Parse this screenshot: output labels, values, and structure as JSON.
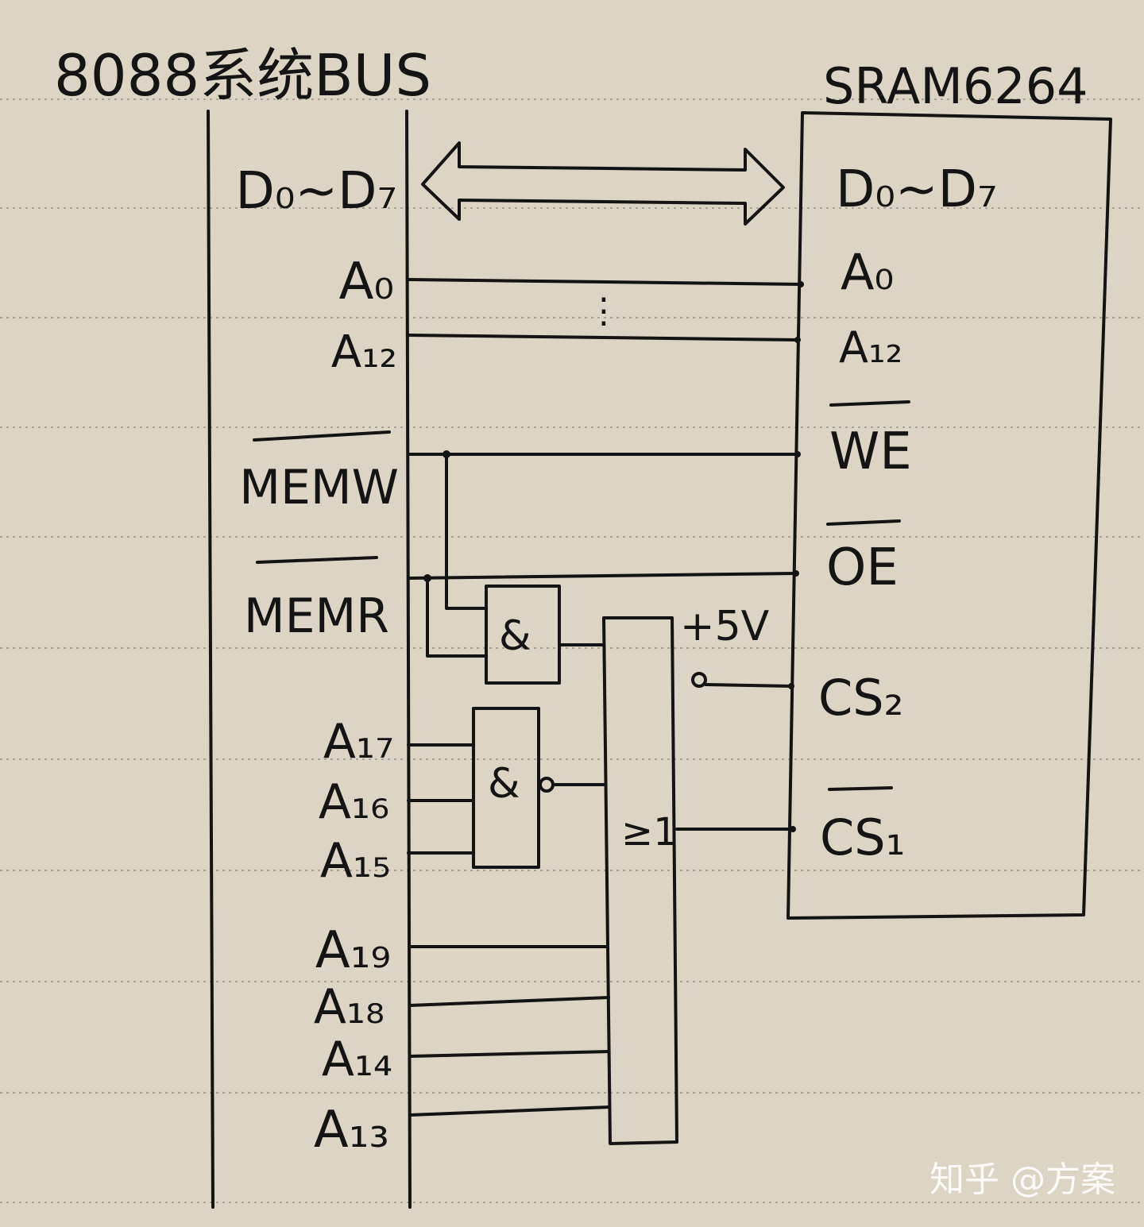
{
  "titles": {
    "bus": "8088系统BUS",
    "chip": "SRAM6264"
  },
  "bus_pins": {
    "data": "D₀~D₇",
    "a0": "A₀",
    "a12": "A₁₂",
    "memw": "MEMW",
    "memr": "MEMR",
    "a17": "A₁₇",
    "a16": "A₁₆",
    "a15": "A₁₅",
    "a19": "A₁₉",
    "a18": "A₁₈",
    "a14": "A₁₄",
    "a13": "A₁₃"
  },
  "chip_pins": {
    "data": "D₀~D₇",
    "a0": "A₀",
    "a12": "A₁₂",
    "we": "WE",
    "oe": "OE",
    "cs2": "CS₂",
    "cs1": "CS₁"
  },
  "gates": {
    "and1": "&",
    "and2": "&",
    "or": "≥1"
  },
  "misc": {
    "vcc": "+5V",
    "ellipsis": "⋮",
    "watermark": "知乎 @方案"
  },
  "colors": {
    "paper": "#dcd5c6",
    "ink": "#141414",
    "ruled_line": "#9a9488"
  }
}
